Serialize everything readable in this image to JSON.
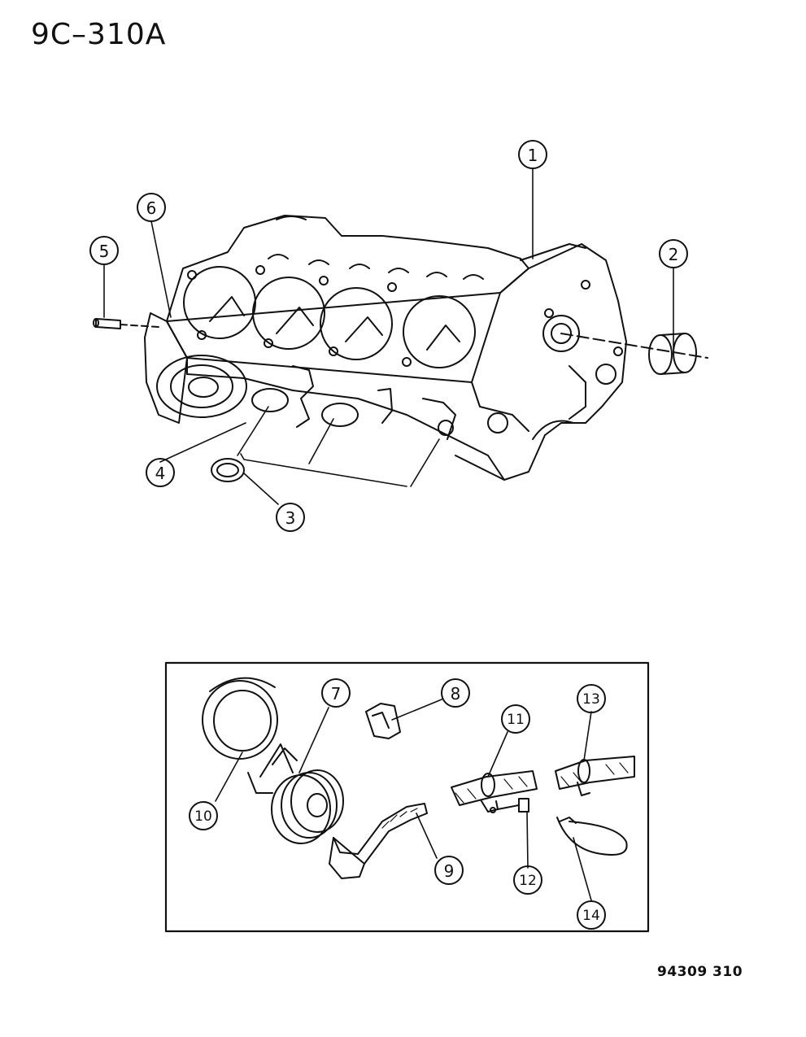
{
  "page_code": "9C–310A",
  "reference_code": "94309 310",
  "callouts": [
    {
      "label": "1"
    },
    {
      "label": "2"
    },
    {
      "label": "3"
    },
    {
      "label": "4"
    },
    {
      "label": "5"
    },
    {
      "label": "6"
    },
    {
      "label": "7"
    },
    {
      "label": "8"
    },
    {
      "label": "9"
    },
    {
      "label": "10"
    },
    {
      "label": "11"
    },
    {
      "label": "12"
    },
    {
      "label": "13"
    },
    {
      "label": "14"
    }
  ]
}
